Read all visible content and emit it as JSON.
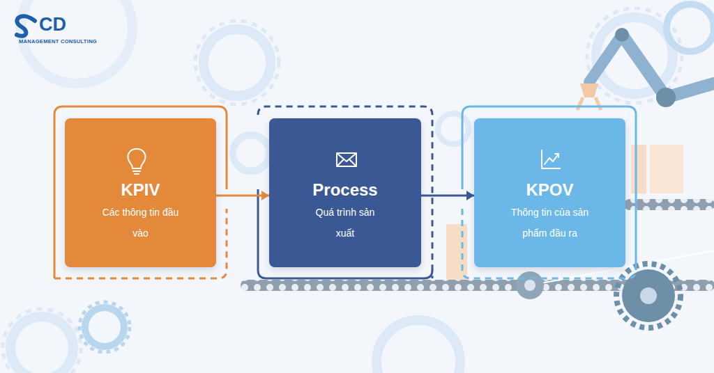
{
  "diagram": {
    "nodes": [
      {
        "text": [
          "KPIV",
          "Các thông tin đầu vào"
        ]
      },
      {
        "text": [
          "Process",
          "Quá trình sản xuất"
        ]
      },
      {
        "text": [
          "KPOV",
          "Thông tin của sản phẩm đầu ra"
        ]
      }
    ],
    "edges": [
      {
        "from": 0,
        "to": 1,
        "arrow": "to"
      },
      {
        "from": 1,
        "to": 2,
        "arrow": "to"
      }
    ],
    "labels": [
      "CD",
      "MANAGEMENT CONSULTING"
    ]
  }
}
